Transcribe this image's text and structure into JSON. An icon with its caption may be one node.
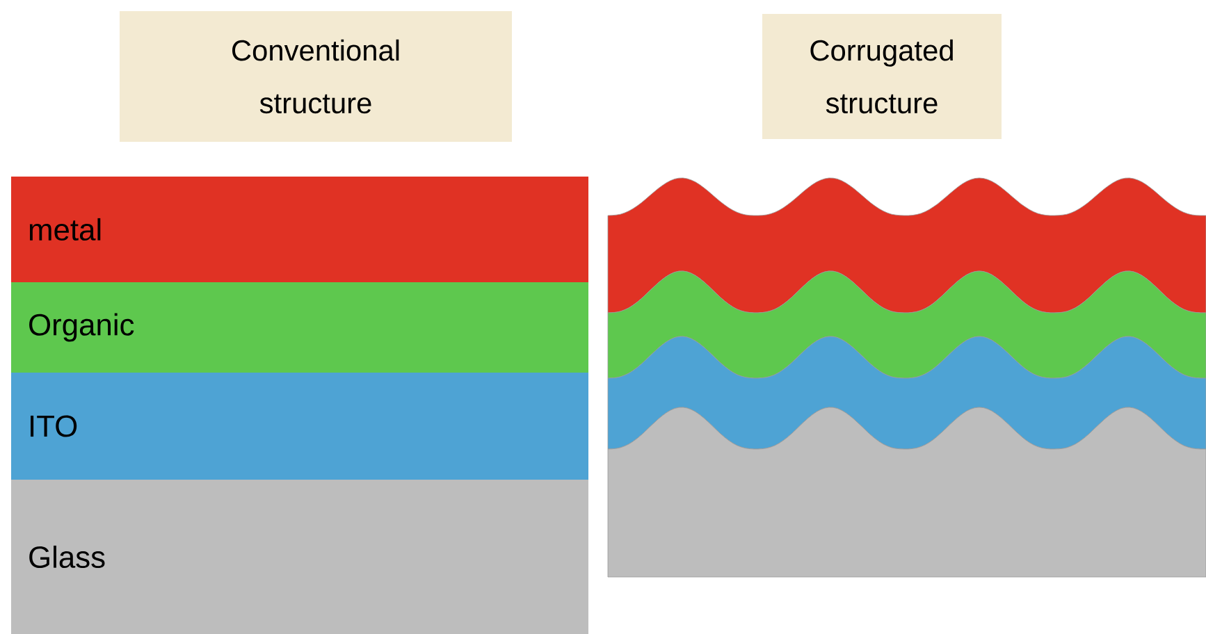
{
  "diagram": {
    "nodes": [
      {
        "text": [
          "Conventional structure"
        ]
      },
      {
        "text": [
          "Corrugated structure"
        ]
      },
      {
        "text": [
          "metal"
        ]
      },
      {
        "text": [
          "Organic"
        ]
      },
      {
        "text": [
          "ITO"
        ]
      },
      {
        "text": [
          "Glass"
        ]
      },
      {
        "text": [],
        "shape": "band"
      },
      {
        "text": [],
        "shape": "band"
      },
      {
        "text": [],
        "shape": "band"
      },
      {
        "text": [],
        "shape": "band"
      }
    ]
  }
}
